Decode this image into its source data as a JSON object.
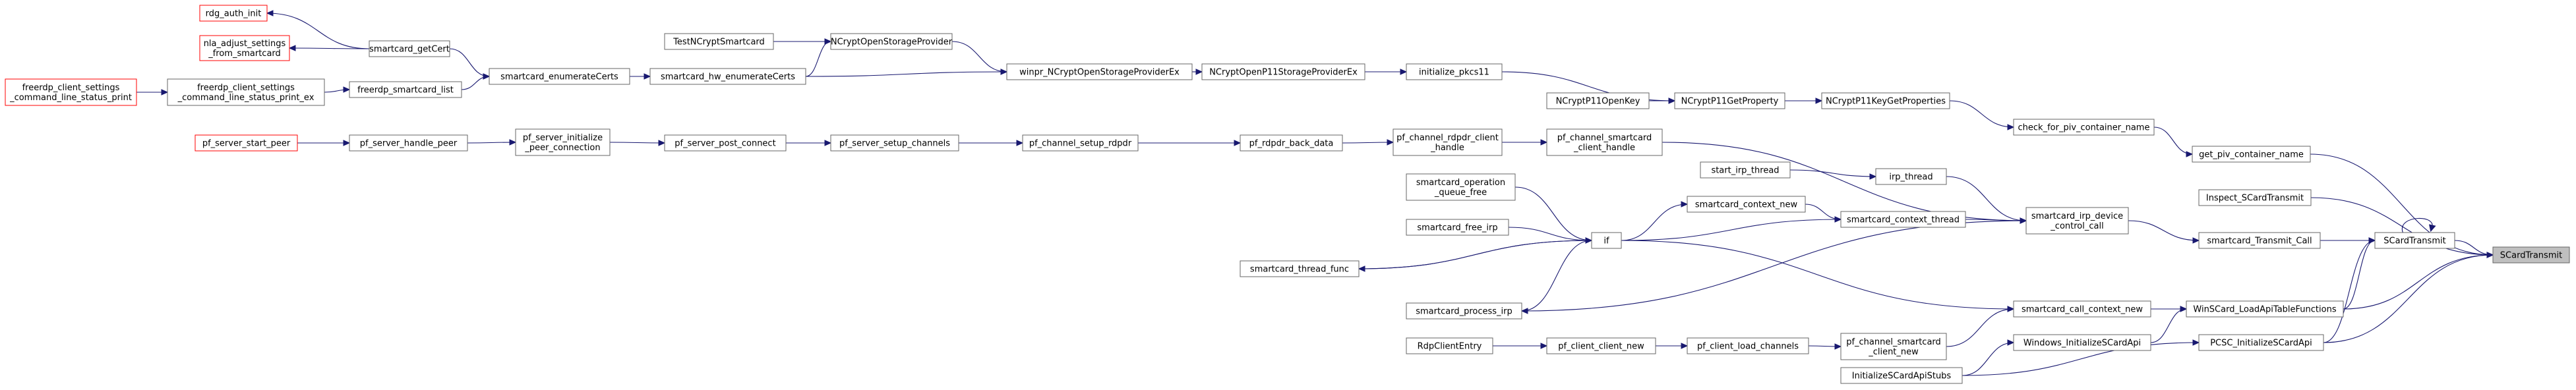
{
  "nodes": [
    {
      "id": "rdg_auth_init",
      "lines": [
        "rdg_auth_init"
      ],
      "red": true
    },
    {
      "id": "nla_adjust",
      "lines": [
        "nla_adjust_settings",
        "_from_smartcard"
      ],
      "red": true
    },
    {
      "id": "freerdp_client_settings_cmd_red",
      "lines": [
        "freerdp_client_settings",
        "_command_line_status_print"
      ],
      "red": true
    },
    {
      "id": "freerdp_client_settings_cmd_ex",
      "lines": [
        "freerdp_client_settings",
        "_command_line_status_print_ex"
      ],
      "red": false
    },
    {
      "id": "freerdp_smartcard_list",
      "lines": [
        "freerdp_smartcard_list"
      ],
      "red": false
    },
    {
      "id": "smartcard_getCert",
      "lines": [
        "smartcard_getCert"
      ],
      "red": false
    },
    {
      "id": "smartcard_enumerateCerts",
      "lines": [
        "smartcard_enumerateCerts"
      ],
      "red": false
    },
    {
      "id": "TestNCryptSmartcard",
      "lines": [
        "TestNCryptSmartcard"
      ],
      "red": false
    },
    {
      "id": "smartcard_hw_enumerateCerts",
      "lines": [
        "smartcard_hw_enumerateCerts"
      ],
      "red": false
    },
    {
      "id": "NCryptOpenStorageProvider",
      "lines": [
        "NCryptOpenStorageProvider"
      ],
      "red": false
    },
    {
      "id": "winpr_NCryptOpenStorageProviderEx",
      "lines": [
        "winpr_NCryptOpenStorageProviderEx"
      ],
      "red": false
    },
    {
      "id": "NCryptOpenP11StorageProviderEx",
      "lines": [
        "NCryptOpenP11StorageProviderEx"
      ],
      "red": false
    },
    {
      "id": "initialize_pkcs11",
      "lines": [
        "initialize_pkcs11"
      ],
      "red": false
    },
    {
      "id": "NCryptP11OpenKey",
      "lines": [
        "NCryptP11OpenKey"
      ],
      "red": false
    },
    {
      "id": "NCryptP11GetProperty",
      "lines": [
        "NCryptP11GetProperty"
      ],
      "red": false
    },
    {
      "id": "NCryptP11KeyGetProperties",
      "lines": [
        "NCryptP11KeyGetProperties"
      ],
      "red": false
    },
    {
      "id": "check_for_piv_container_name",
      "lines": [
        "check_for_piv_container_name"
      ],
      "red": false
    },
    {
      "id": "get_piv_container_name",
      "lines": [
        "get_piv_container_name"
      ],
      "red": false
    },
    {
      "id": "pf_server_start_peer",
      "lines": [
        "pf_server_start_peer"
      ],
      "red": true
    },
    {
      "id": "pf_server_handle_peer",
      "lines": [
        "pf_server_handle_peer"
      ],
      "red": false
    },
    {
      "id": "pf_server_initialize_peer_connection",
      "lines": [
        "pf_server_initialize",
        "_peer_connection"
      ],
      "red": false
    },
    {
      "id": "pf_server_post_connect",
      "lines": [
        "pf_server_post_connect"
      ],
      "red": false
    },
    {
      "id": "pf_server_setup_channels",
      "lines": [
        "pf_server_setup_channels"
      ],
      "red": false
    },
    {
      "id": "pf_channel_setup_rdpdr",
      "lines": [
        "pf_channel_setup_rdpdr"
      ],
      "red": false
    },
    {
      "id": "pf_rdpdr_back_data",
      "lines": [
        "pf_rdpdr_back_data"
      ],
      "red": false
    },
    {
      "id": "pf_channel_rdpdr_client_handle",
      "lines": [
        "pf_channel_rdpdr_client",
        "_handle"
      ],
      "red": false
    },
    {
      "id": "pf_channel_smartcard_client_handle",
      "lines": [
        "pf_channel_smartcard",
        "_client_handle"
      ],
      "red": false
    },
    {
      "id": "start_irp_thread",
      "lines": [
        "start_irp_thread"
      ],
      "red": false
    },
    {
      "id": "irp_thread",
      "lines": [
        "irp_thread"
      ],
      "red": false
    },
    {
      "id": "smartcard_operation_queue_free",
      "lines": [
        "smartcard_operation",
        "_queue_free"
      ],
      "red": false
    },
    {
      "id": "smartcard_context_new",
      "lines": [
        "smartcard_context_new"
      ],
      "red": false
    },
    {
      "id": "smartcard_context_thread",
      "lines": [
        "smartcard_context_thread"
      ],
      "red": false
    },
    {
      "id": "smartcard_free_irp",
      "lines": [
        "smartcard_free_irp"
      ],
      "red": false
    },
    {
      "id": "if",
      "lines": [
        "if"
      ],
      "red": false
    },
    {
      "id": "smartcard_thread_func",
      "lines": [
        "smartcard_thread_func"
      ],
      "red": false
    },
    {
      "id": "smartcard_process_irp",
      "lines": [
        "smartcard_process_irp"
      ],
      "red": false
    },
    {
      "id": "smartcard_irp_device_control_call",
      "lines": [
        "smartcard_irp_device",
        "_control_call"
      ],
      "red": false
    },
    {
      "id": "Inspect_SCardTransmit",
      "lines": [
        "Inspect_SCardTransmit"
      ],
      "red": false
    },
    {
      "id": "smartcard_Transmit_Call",
      "lines": [
        "smartcard_Transmit_Call"
      ],
      "red": false
    },
    {
      "id": "SCardTransmit_inner",
      "lines": [
        "SCardTransmit"
      ],
      "red": false
    },
    {
      "id": "SCardTransmit",
      "lines": [
        "SCardTransmit"
      ],
      "red": false,
      "target": true
    },
    {
      "id": "smartcard_call_context_new",
      "lines": [
        "smartcard_call_context_new"
      ],
      "red": false
    },
    {
      "id": "WinSCard_LoadApiTableFunctions",
      "lines": [
        "WinSCard_LoadApiTableFunctions"
      ],
      "red": false
    },
    {
      "id": "RdpClientEntry",
      "lines": [
        "RdpClientEntry"
      ],
      "red": false
    },
    {
      "id": "pf_client_client_new",
      "lines": [
        "pf_client_client_new"
      ],
      "red": false
    },
    {
      "id": "pf_client_load_channels",
      "lines": [
        "pf_client_load_channels"
      ],
      "red": false
    },
    {
      "id": "pf_channel_smartcard_client_new",
      "lines": [
        "pf_channel_smartcard",
        "_client_new"
      ],
      "red": false
    },
    {
      "id": "Windows_InitializeSCardApi",
      "lines": [
        "Windows_InitializeSCardApi"
      ],
      "red": false
    },
    {
      "id": "PCSC_InitializeSCardApi",
      "lines": [
        "PCSC_InitializeSCardApi"
      ],
      "red": false
    },
    {
      "id": "InitializeSCardApiStubs",
      "lines": [
        "InitializeSCardApiStubs"
      ],
      "red": false
    }
  ],
  "edges": [
    [
      "rdg_auth_init",
      "smartcard_getCert"
    ],
    [
      "nla_adjust",
      "smartcard_getCert"
    ],
    [
      "freerdp_client_settings_cmd_ex",
      "freerdp_client_settings_cmd_red"
    ],
    [
      "freerdp_smartcard_list",
      "freerdp_client_settings_cmd_ex"
    ],
    [
      "smartcard_enumerateCerts",
      "freerdp_smartcard_list"
    ],
    [
      "smartcard_enumerateCerts",
      "smartcard_getCert"
    ],
    [
      "smartcard_hw_enumerateCerts",
      "smartcard_enumerateCerts"
    ],
    [
      "NCryptOpenStorageProvider",
      "TestNCryptSmartcard"
    ],
    [
      "NCryptOpenStorageProvider",
      "smartcard_hw_enumerateCerts"
    ],
    [
      "winpr_NCryptOpenStorageProviderEx",
      "NCryptOpenStorageProvider"
    ],
    [
      "winpr_NCryptOpenStorageProviderEx",
      "smartcard_hw_enumerateCerts"
    ],
    [
      "NCryptOpenP11StorageProviderEx",
      "winpr_NCryptOpenStorageProviderEx"
    ],
    [
      "initialize_pkcs11",
      "NCryptOpenP11StorageProviderEx"
    ],
    [
      "NCryptP11GetProperty",
      "initialize_pkcs11"
    ],
    [
      "NCryptP11GetProperty",
      "NCryptP11OpenKey"
    ],
    [
      "NCryptP11KeyGetProperties",
      "NCryptP11GetProperty"
    ],
    [
      "check_for_piv_container_name",
      "NCryptP11KeyGetProperties"
    ],
    [
      "get_piv_container_name",
      "check_for_piv_container_name"
    ],
    [
      "SCardTransmit",
      "get_piv_container_name"
    ],
    [
      "pf_server_handle_peer",
      "pf_server_start_peer"
    ],
    [
      "pf_server_initialize_peer_connection",
      "pf_server_handle_peer"
    ],
    [
      "pf_server_post_connect",
      "pf_server_initialize_peer_connection"
    ],
    [
      "pf_server_setup_channels",
      "pf_server_post_connect"
    ],
    [
      "pf_channel_setup_rdpdr",
      "pf_server_setup_channels"
    ],
    [
      "pf_rdpdr_back_data",
      "pf_channel_setup_rdpdr"
    ],
    [
      "pf_channel_rdpdr_client_handle",
      "pf_rdpdr_back_data"
    ],
    [
      "pf_channel_smartcard_client_handle",
      "pf_channel_rdpdr_client_handle"
    ],
    [
      "smartcard_irp_device_control_call",
      "pf_channel_smartcard_client_handle"
    ],
    [
      "irp_thread",
      "start_irp_thread"
    ],
    [
      "smartcard_irp_device_control_call",
      "irp_thread"
    ],
    [
      "smartcard_context_thread",
      "smartcard_context_new"
    ],
    [
      "smartcard_irp_device_control_call",
      "smartcard_context_thread"
    ],
    [
      "if",
      "smartcard_operation_queue_free"
    ],
    [
      "if",
      "smartcard_free_irp"
    ],
    [
      "if",
      "smartcard_thread_func"
    ],
    [
      "smartcard_context_new",
      "if"
    ],
    [
      "smartcard_context_thread",
      "if"
    ],
    [
      "smartcard_thread_func",
      "if"
    ],
    [
      "smartcard_process_irp",
      "if"
    ],
    [
      "smartcard_irp_device_control_call",
      "smartcard_process_irp"
    ],
    [
      "smartcard_call_context_new",
      "if"
    ],
    [
      "smartcard_Transmit_Call",
      "smartcard_irp_device_control_call"
    ],
    [
      "SCardTransmit_inner",
      "smartcard_Transmit_Call"
    ],
    [
      "SCardTransmit",
      "Inspect_SCardTransmit"
    ],
    [
      "SCardTransmit",
      "SCardTransmit_inner"
    ],
    [
      "SCardTransmit_inner",
      "SCardTransmit_inner"
    ],
    [
      "SCardTransmit_inner",
      "WinSCard_LoadApiTableFunctions"
    ],
    [
      "SCardTransmit_inner",
      "PCSC_InitializeSCardApi"
    ],
    [
      "SCardTransmit",
      "WinSCard_LoadApiTableFunctions"
    ],
    [
      "SCardTransmit",
      "PCSC_InitializeSCardApi"
    ],
    [
      "WinSCard_LoadApiTableFunctions",
      "smartcard_call_context_new"
    ],
    [
      "WinSCard_LoadApiTableFunctions",
      "Windows_InitializeSCardApi"
    ],
    [
      "smartcard_call_context_new",
      "pf_channel_smartcard_client_new"
    ],
    [
      "pf_channel_smartcard_client_new",
      "pf_client_load_channels"
    ],
    [
      "pf_client_load_channels",
      "pf_client_client_new"
    ],
    [
      "pf_client_client_new",
      "RdpClientEntry"
    ],
    [
      "Windows_InitializeSCardApi",
      "InitializeSCardApiStubs"
    ],
    [
      "PCSC_InitializeSCardApi",
      "InitializeSCardApiStubs"
    ]
  ]
}
